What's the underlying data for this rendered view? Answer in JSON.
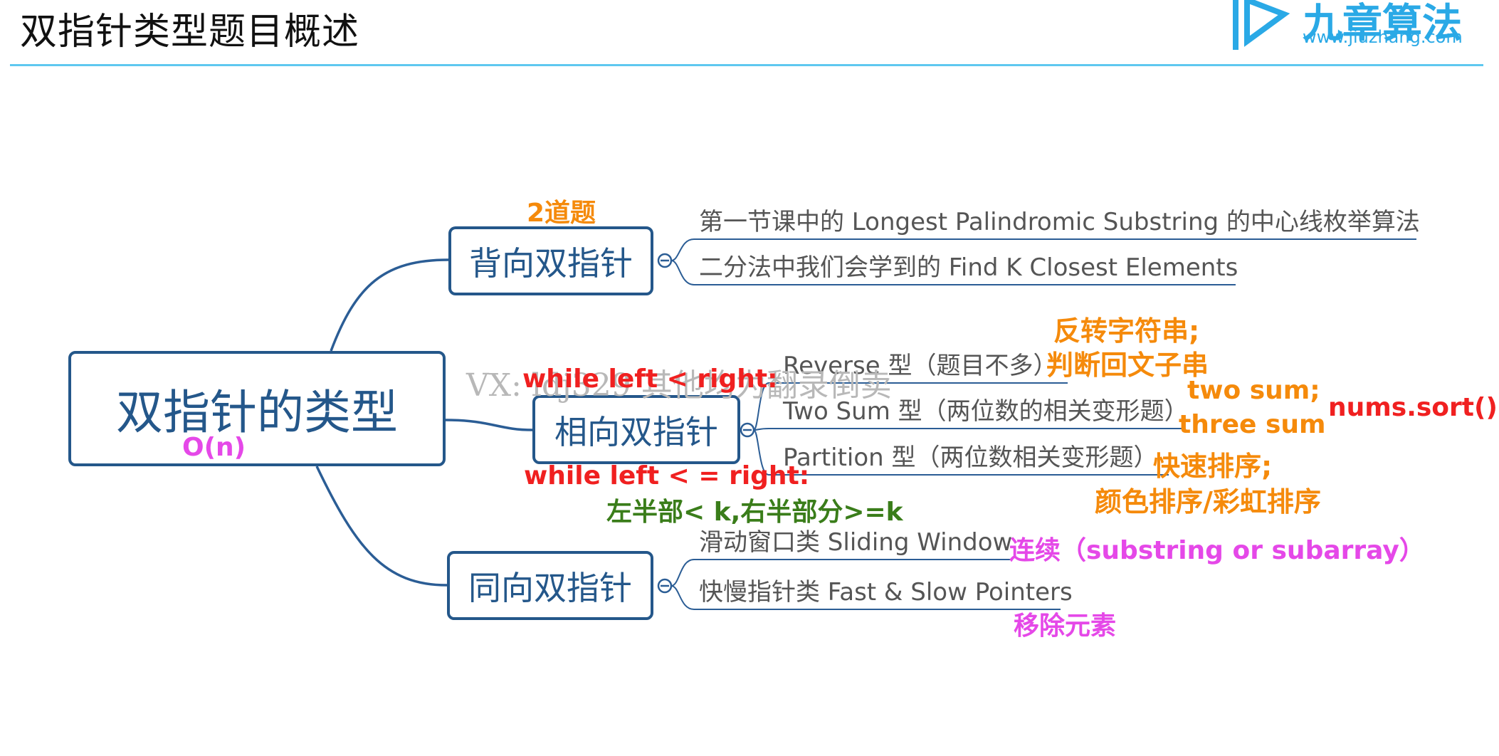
{
  "header": {
    "title": "双指针类型题目概述",
    "logo_text": "九章算法",
    "logo_url": "www.jiuzhang.com"
  },
  "mindmap": {
    "root": "双指针的类型",
    "branches": [
      {
        "label": "背向双指针",
        "items": [
          "第一节课中的 Longest Palindromic Substring 的中心线枚举算法",
          "二分法中我们会学到的 Find K Closest Elements"
        ]
      },
      {
        "label": "相向双指针",
        "items": [
          "Reverse 型（题目不多）",
          "Two Sum 型（两位数的相关变形题）",
          "Partition 型（两位数相关变形题）"
        ]
      },
      {
        "label": "同向双指针",
        "items": [
          "滑动窗口类 Sliding Window",
          "快慢指针类 Fast & Slow Pointers"
        ]
      }
    ]
  },
  "annotations": {
    "two_problems": "2道题",
    "root_complexity": "O(n)",
    "while_lt": "while left < right:",
    "while_le": "while left < = right:",
    "left_right_split": "左半部< k,右半部分>=k",
    "reverse_note_1": "反转字符串;",
    "reverse_note_2": "判断回文子串",
    "twosum_note_1": "two sum;",
    "twosum_note_2": "three sum",
    "nums_sort": "nums.sort()",
    "partition_note_1": "快速排序;",
    "partition_note_2": "颜色排序/彩虹排序",
    "window_note": "连续（substring or subarray）",
    "fastslow_note": "移除元素"
  },
  "watermark": "VX:        ldj329   其他均为翻录倒卖",
  "colors": {
    "node_border": "#24578a",
    "connector": "#2b5d95",
    "header_rule": "#5ec8f0",
    "orange": "#f58a0b",
    "red": "#f02020",
    "green": "#3a7d1a",
    "magenta": "#e548e8"
  }
}
